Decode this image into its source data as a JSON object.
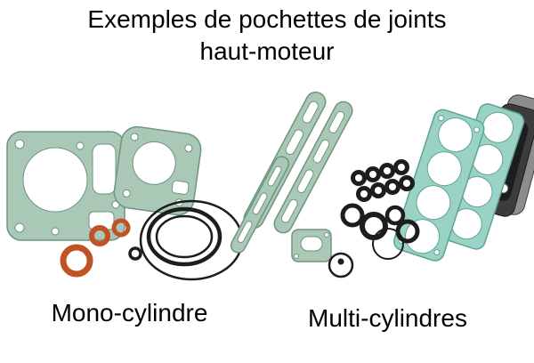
{
  "title": {
    "line1": "Exemples de pochettes de joints",
    "line2": "haut-moteur"
  },
  "captions": {
    "left": "Mono-cylindre",
    "right": "Multi-cylindres"
  },
  "colors": {
    "background": "#ffffff",
    "text_black": "#000000",
    "gasket_green": "#a9c8b5",
    "gasket_edge": "#6f9480",
    "gasket_teal": "#9ad3c6",
    "teal_edge": "#5fa394",
    "oring_orange": "#c05226",
    "seal_black": "#1d1d1d",
    "dark_gasket": "#3c3c3c",
    "mid_gasket": "#8d8d8d"
  }
}
